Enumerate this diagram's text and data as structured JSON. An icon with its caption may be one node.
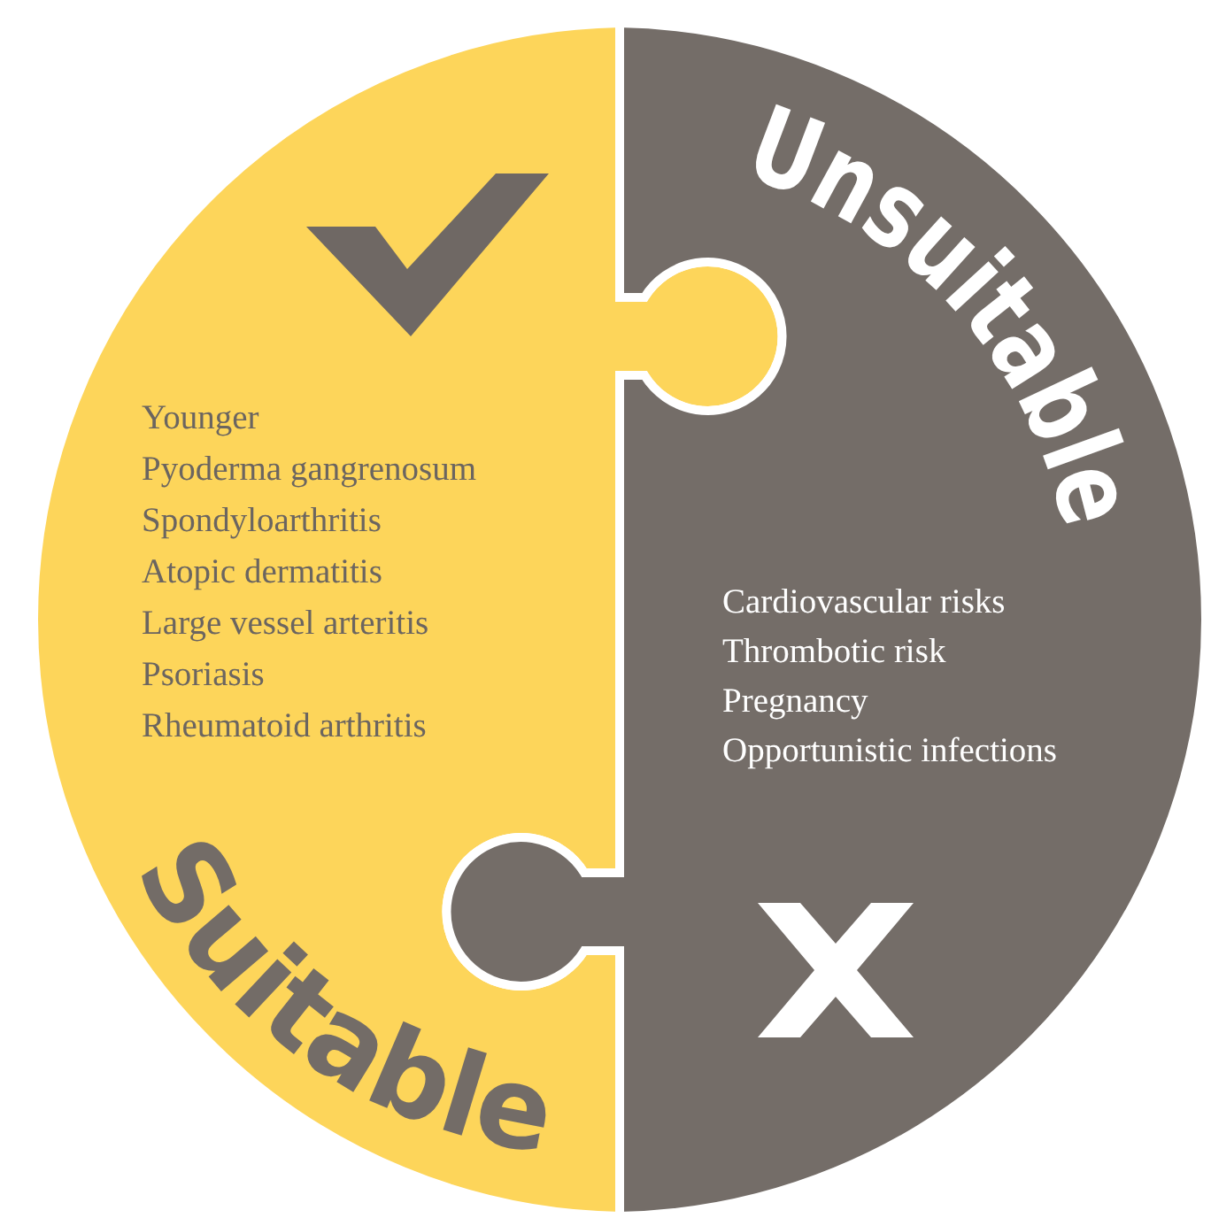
{
  "diagram": {
    "nodes": [
      {
        "text": [
          "Suitable",
          "Younger",
          "Pyoderma gangrenosum",
          "Spondyloarthritis",
          "Atopic dermatitis",
          "Large vessel arteritis",
          "Psoriasis",
          "Rheumatoid arthritis"
        ]
      },
      {
        "text": [
          "Unsuitable",
          "Cardiovascular risks",
          "Thrombotic risk",
          "Pregnancy",
          "Opportunistic infections"
        ]
      }
    ]
  }
}
